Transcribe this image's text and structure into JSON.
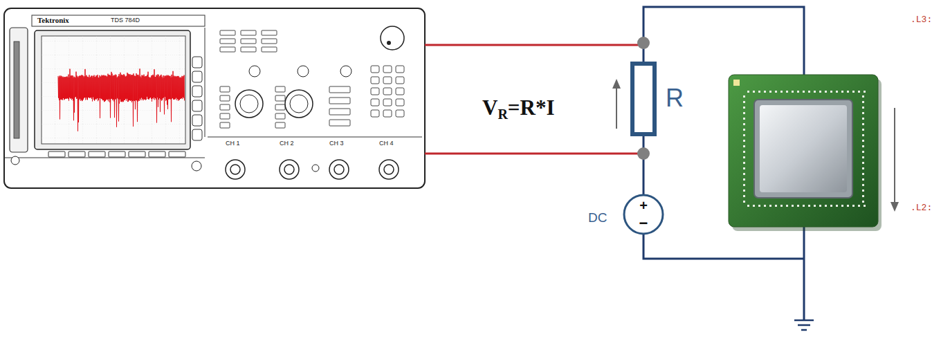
{
  "diagram": {
    "labels": [
      "Tektronix",
      "TDS 784D",
      "CH 1",
      "CH 2",
      "CH 3",
      "CH 4",
      "V",
      "R",
      "=R*I",
      "R",
      "DC",
      "+",
      "−",
      ".L3:",
      ".L2:"
    ]
  }
}
